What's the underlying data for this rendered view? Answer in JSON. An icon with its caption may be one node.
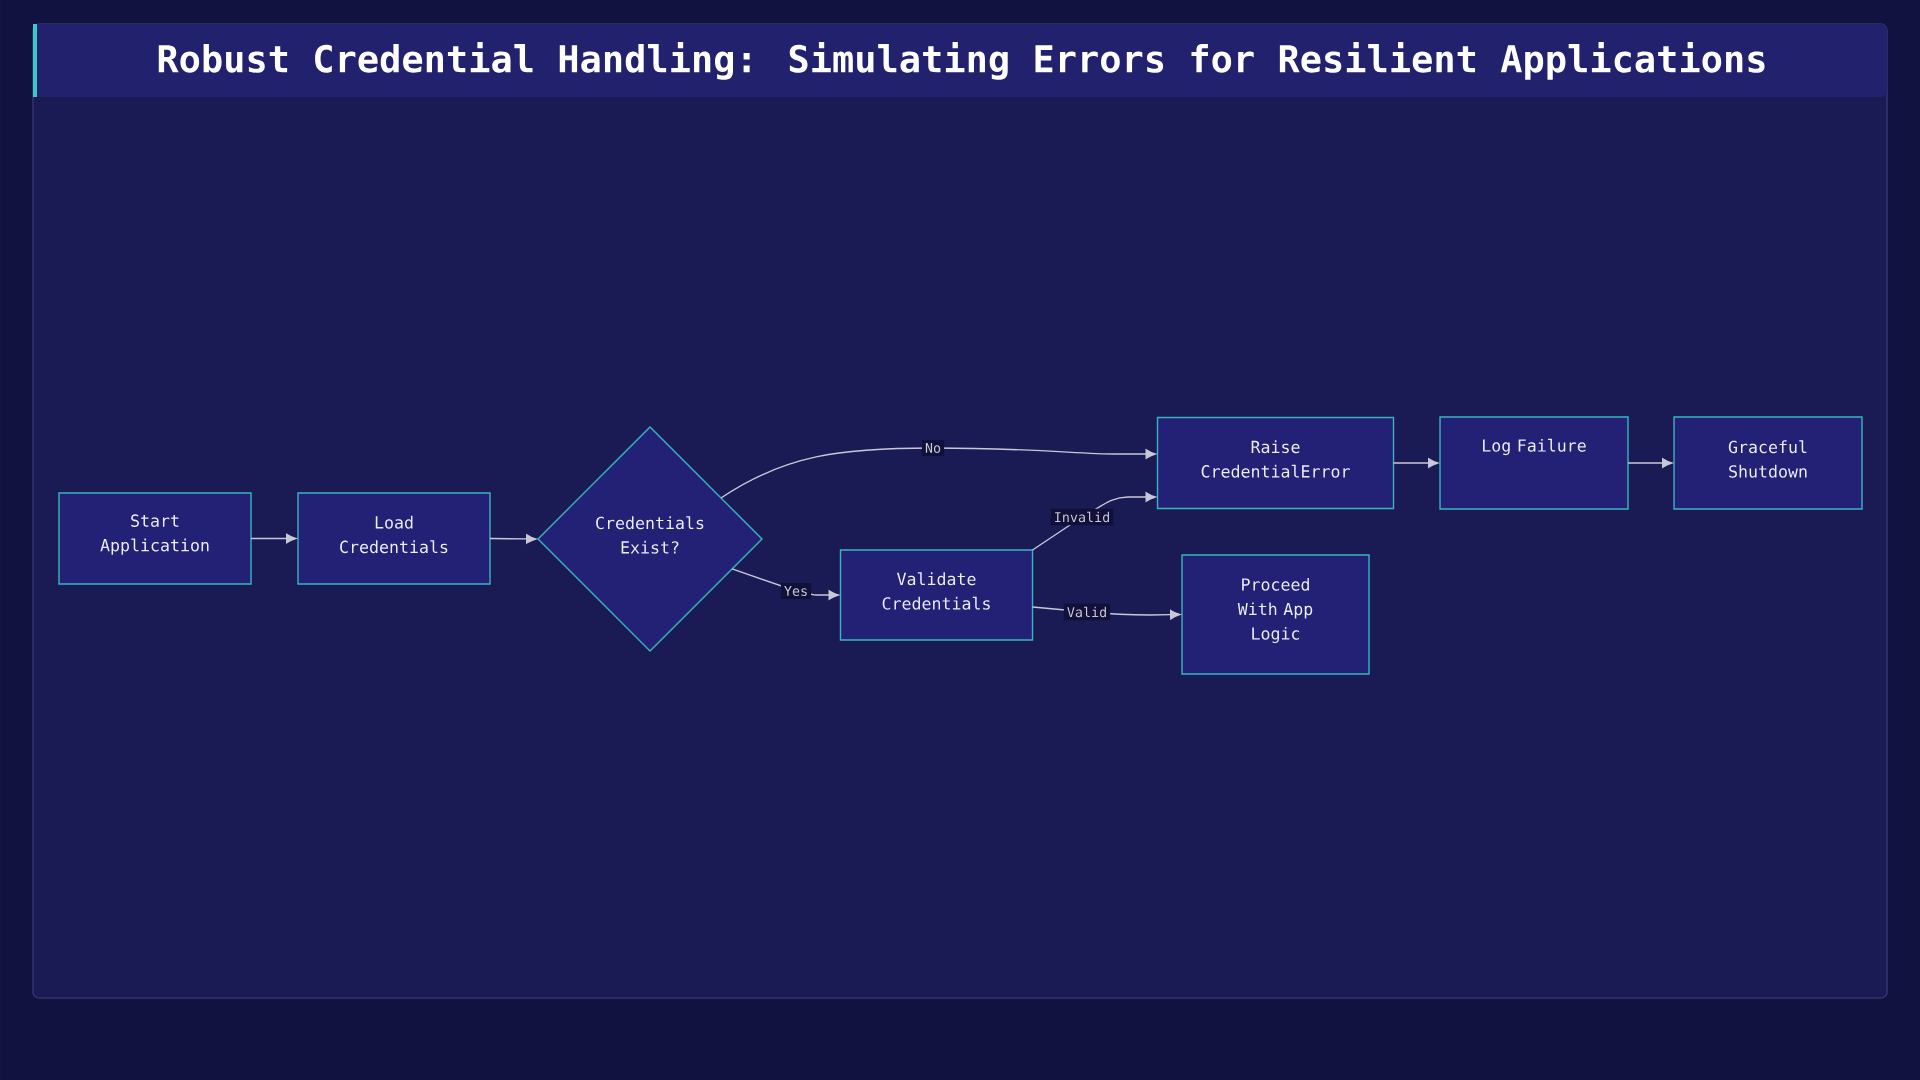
{
  "diagram": {
    "title": "Robust Credential Handling: Simulating Errors for Resilient Applications",
    "nodes": [
      {
        "text": [
          "Start Application"
        ]
      },
      {
        "text": [
          "Load Credentials"
        ]
      },
      {
        "text": [
          "Credentials Exist?"
        ]
      },
      {
        "text": [
          "Validate Credentials"
        ]
      },
      {
        "text": [
          "Raise CredentialError"
        ]
      },
      {
        "text": [
          "Proceed With App Logic"
        ]
      },
      {
        "text": [
          "Log Failure"
        ]
      },
      {
        "text": [
          "Graceful Shutdown"
        ]
      }
    ],
    "edges": [
      {
        "from": 0,
        "to": 1,
        "arrow": "to"
      },
      {
        "from": 1,
        "to": 2,
        "arrow": "to"
      },
      {
        "from": 2,
        "to": 4,
        "arrow": "to",
        "label": "No"
      },
      {
        "from": 2,
        "to": 3,
        "arrow": "to",
        "label": "Yes"
      },
      {
        "from": 3,
        "to": 4,
        "arrow": "to",
        "label": "Invalid"
      },
      {
        "from": 3,
        "to": 5,
        "arrow": "to",
        "label": "Valid"
      },
      {
        "from": 4,
        "to": 6,
        "arrow": "to"
      },
      {
        "from": 6,
        "to": 7,
        "arrow": "to"
      }
    ]
  }
}
